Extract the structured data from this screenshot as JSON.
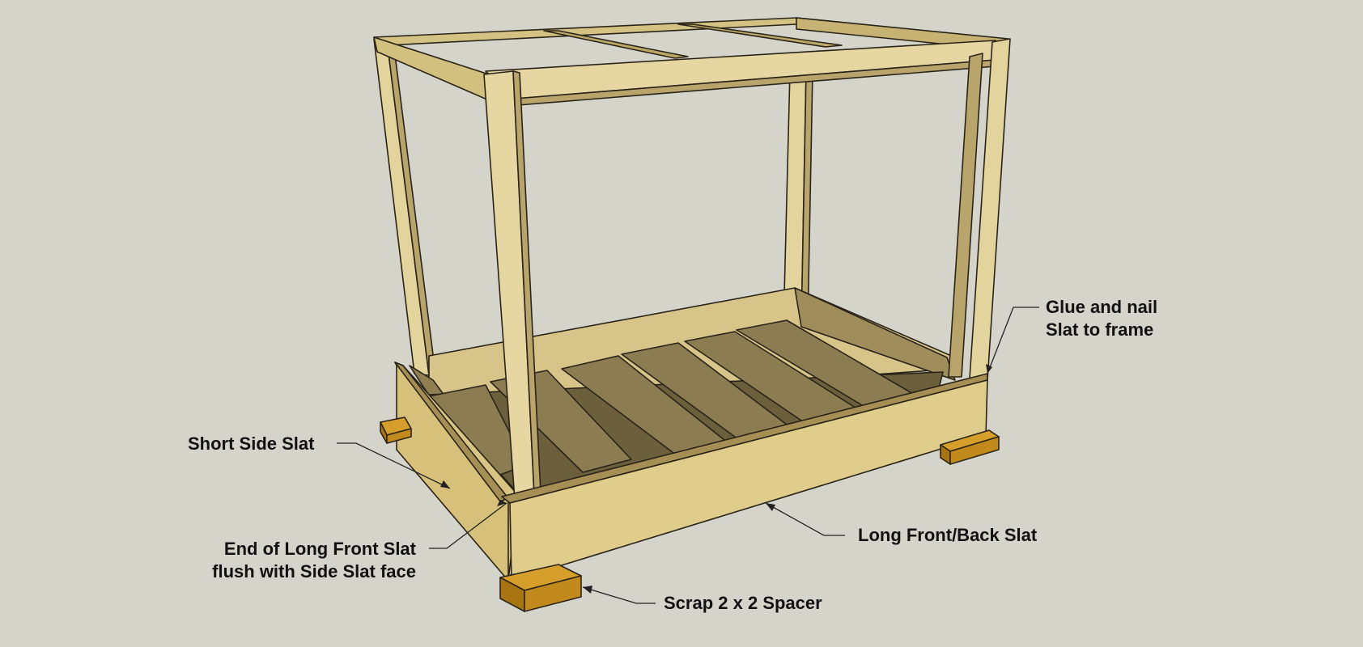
{
  "callouts": {
    "glue_nail_line1": "Glue and nail",
    "glue_nail_line2": "Slat to frame",
    "short_side": "Short Side Slat",
    "end_long_line1": "End of Long Front Slat",
    "end_long_line2": "flush with Side Slat face",
    "long_front_back": "Long Front/Back Slat",
    "spacer": "Scrap 2 x 2 Spacer"
  },
  "colors": {
    "background": "#d5d4cb",
    "wood_light": "#e6d7a2",
    "wood_mid": "#d9c583",
    "wood_shadow": "#a58f55",
    "floor_slat": "#8b7c52",
    "inner_wall": "#a08d5c",
    "spacer_top": "#d69e2a",
    "spacer_side": "#a87410",
    "edge": "#2a2418"
  }
}
